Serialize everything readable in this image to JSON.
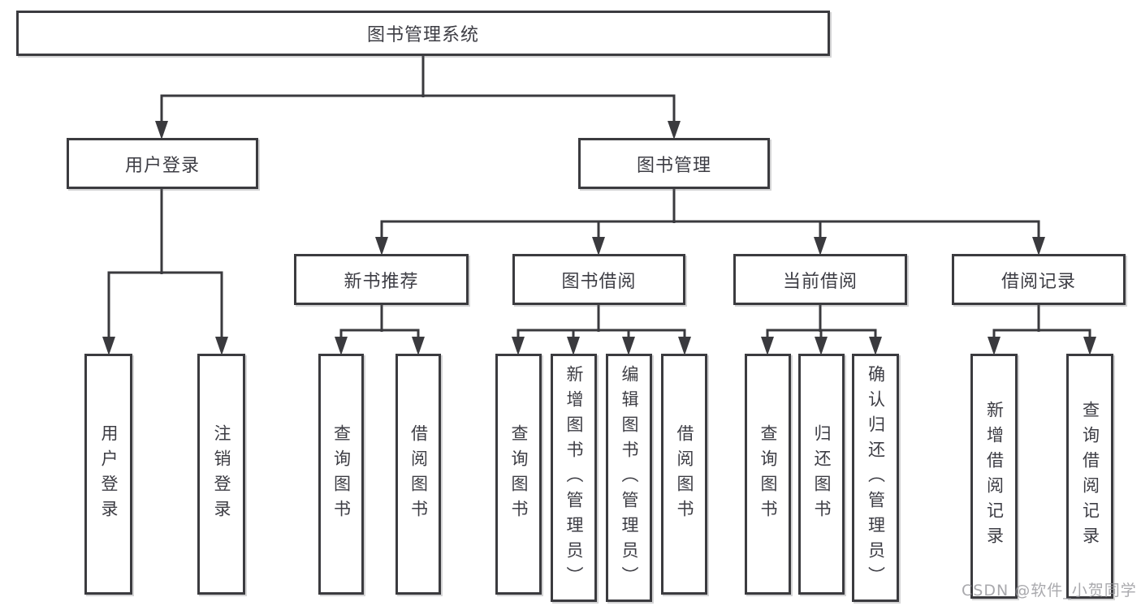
{
  "diagram": {
    "root": "图书管理系统",
    "user_branch": {
      "label": "用户登录",
      "children": [
        "用户登录",
        "注销登录"
      ]
    },
    "books_branch": {
      "label": "图书管理",
      "sections": [
        {
          "label": "新书推荐",
          "children": [
            "查询图书",
            "借阅图书"
          ]
        },
        {
          "label": "图书借阅",
          "children": [
            "查询图书",
            "新增图书（管理员）",
            "编辑图书（管理员）",
            "借阅图书"
          ]
        },
        {
          "label": "当前借阅",
          "children": [
            "查询图书",
            "归还图书",
            "确认归还（管理员）"
          ]
        },
        {
          "label": "借阅记录",
          "children": [
            "新增借阅记录",
            "查询借阅记录"
          ]
        }
      ]
    }
  },
  "watermark": "CSDN @软件_小贺同学",
  "colors": {
    "line": "#3a3a3e",
    "box_border": "#3b3b3f",
    "text": "#3d3d44",
    "watermark": "#94949980"
  }
}
